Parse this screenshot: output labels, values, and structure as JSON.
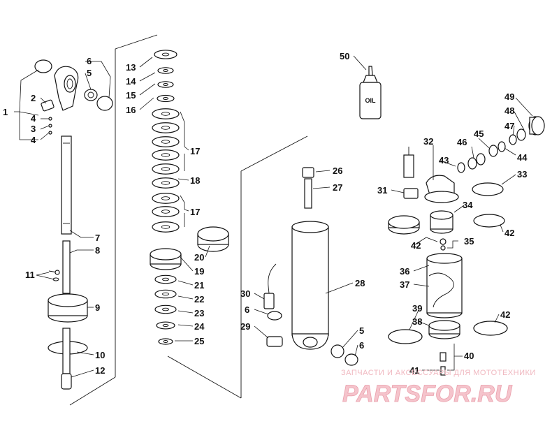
{
  "labels": {
    "p1": "1",
    "p2": "2",
    "p3": "3",
    "p4a": "4",
    "p4b": "4",
    "p5a": "5",
    "p5b": "5",
    "p6a": "6",
    "p6b": "6",
    "p6c": "6",
    "p7": "7",
    "p8": "8",
    "p9": "9",
    "p10": "10",
    "p11": "11",
    "p12": "12",
    "p13": "13",
    "p14": "14",
    "p15": "15",
    "p16": "16",
    "p17a": "17",
    "p17b": "17",
    "p18": "18",
    "p19": "19",
    "p20": "20",
    "p21": "21",
    "p22": "22",
    "p23": "23",
    "p24": "24",
    "p25": "25",
    "p26": "26",
    "p27": "27",
    "p28": "28",
    "p29": "29",
    "p30": "30",
    "p31": "31",
    "p32": "32",
    "p33": "33",
    "p34": "34",
    "p35": "35",
    "p36": "36",
    "p37": "37",
    "p38": "38",
    "p39": "39",
    "p40": "40",
    "p41": "41",
    "p42a": "42",
    "p42b": "42",
    "p42c": "42",
    "p43": "43",
    "p44": "44",
    "p45": "45",
    "p46": "46",
    "p47": "47",
    "p48": "48",
    "p49": "49",
    "p50": "50"
  },
  "bottle_text": "OIL",
  "watermark": {
    "tagline": "ЗАПЧАСТИ И АКСЕССУАРЫ ДЛЯ МОТОТЕХНИКИ",
    "logo": "PARTSFOR.RU"
  },
  "colors": {
    "ink": "#111111",
    "watermark": "#f5c4cc"
  }
}
